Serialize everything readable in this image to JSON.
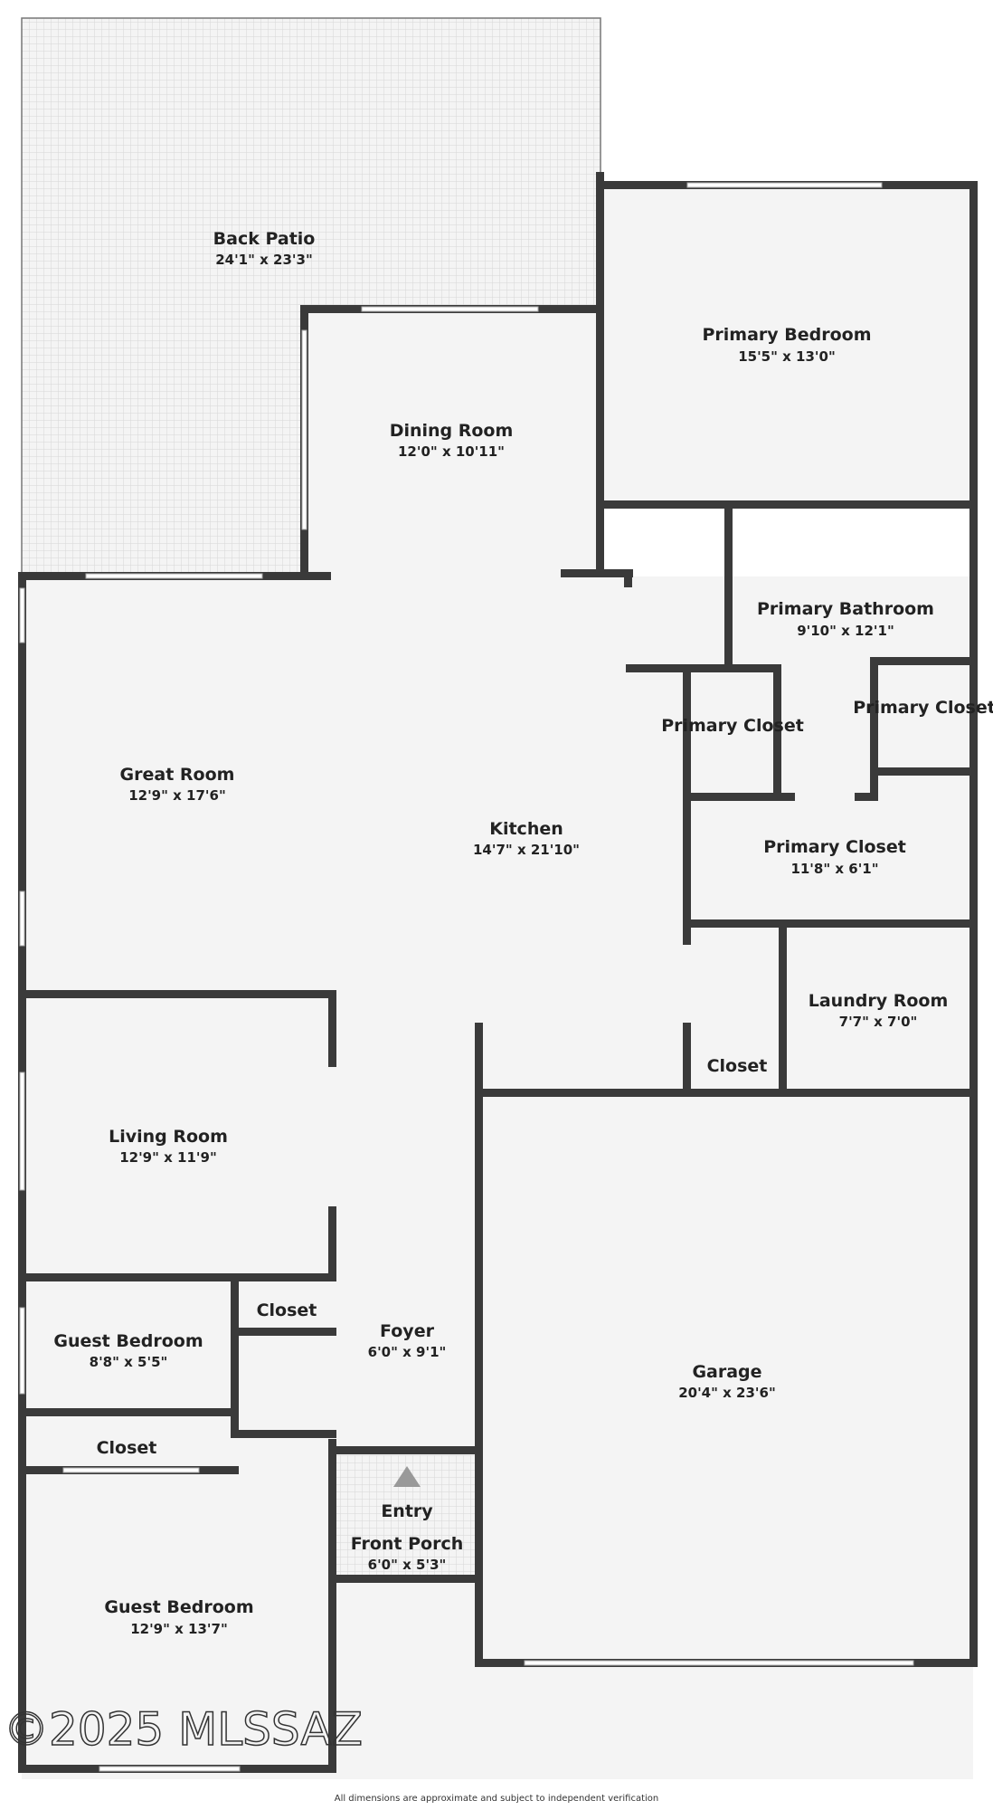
{
  "rooms": [
    {
      "id": "back-patio",
      "name": "Back Patio",
      "dim": "24'1\" x 23'3\""
    },
    {
      "id": "dining-room",
      "name": "Dining Room",
      "dim": "12'0\" x 10'11\""
    },
    {
      "id": "primary-bedroom",
      "name": "Primary Bedroom",
      "dim": "15'5\" x 13'0\""
    },
    {
      "id": "primary-bathroom",
      "name": "Primary Bathroom",
      "dim": "9'10\" x 12'1\""
    },
    {
      "id": "primary-closet-a",
      "name": "Primary Closet",
      "dim": ""
    },
    {
      "id": "primary-closet-b",
      "name": "Primary Closet",
      "dim": ""
    },
    {
      "id": "primary-closet-c",
      "name": "Primary Closet",
      "dim": "11'8\" x 6'1\""
    },
    {
      "id": "great-room",
      "name": "Great Room",
      "dim": "12'9\" x 17'6\""
    },
    {
      "id": "kitchen",
      "name": "Kitchen",
      "dim": "14'7\" x 21'10\""
    },
    {
      "id": "laundry-room",
      "name": "Laundry Room",
      "dim": "7'7\" x 7'0\""
    },
    {
      "id": "laundry-closet",
      "name": "Closet",
      "dim": ""
    },
    {
      "id": "living-room",
      "name": "Living Room",
      "dim": "12'9\" x 11'9\""
    },
    {
      "id": "garage",
      "name": "Garage",
      "dim": "20'4\" x 23'6\""
    },
    {
      "id": "hall-closet",
      "name": "Closet",
      "dim": ""
    },
    {
      "id": "foyer",
      "name": "Foyer",
      "dim": "6'0\" x 9'1\""
    },
    {
      "id": "guest-bedroom-small",
      "name": "Guest Bedroom",
      "dim": "8'8\" x 5'5\""
    },
    {
      "id": "guest-closet",
      "name": "Closet",
      "dim": ""
    },
    {
      "id": "entry",
      "name": "Entry",
      "dim": ""
    },
    {
      "id": "front-porch",
      "name": "Front Porch",
      "dim": "6'0\" x 5'3\""
    },
    {
      "id": "guest-bedroom-large",
      "name": "Guest Bedroom",
      "dim": "12'9\" x 13'7\""
    }
  ],
  "watermark": "©2025 MLSSAZ",
  "footer": "All dimensions are approximate and subject to independent verification",
  "colors": {
    "wall": "#3a3a3a",
    "floor": "#f4f4f4",
    "patio_grid": "#d6d6d6",
    "text": "#222222"
  }
}
